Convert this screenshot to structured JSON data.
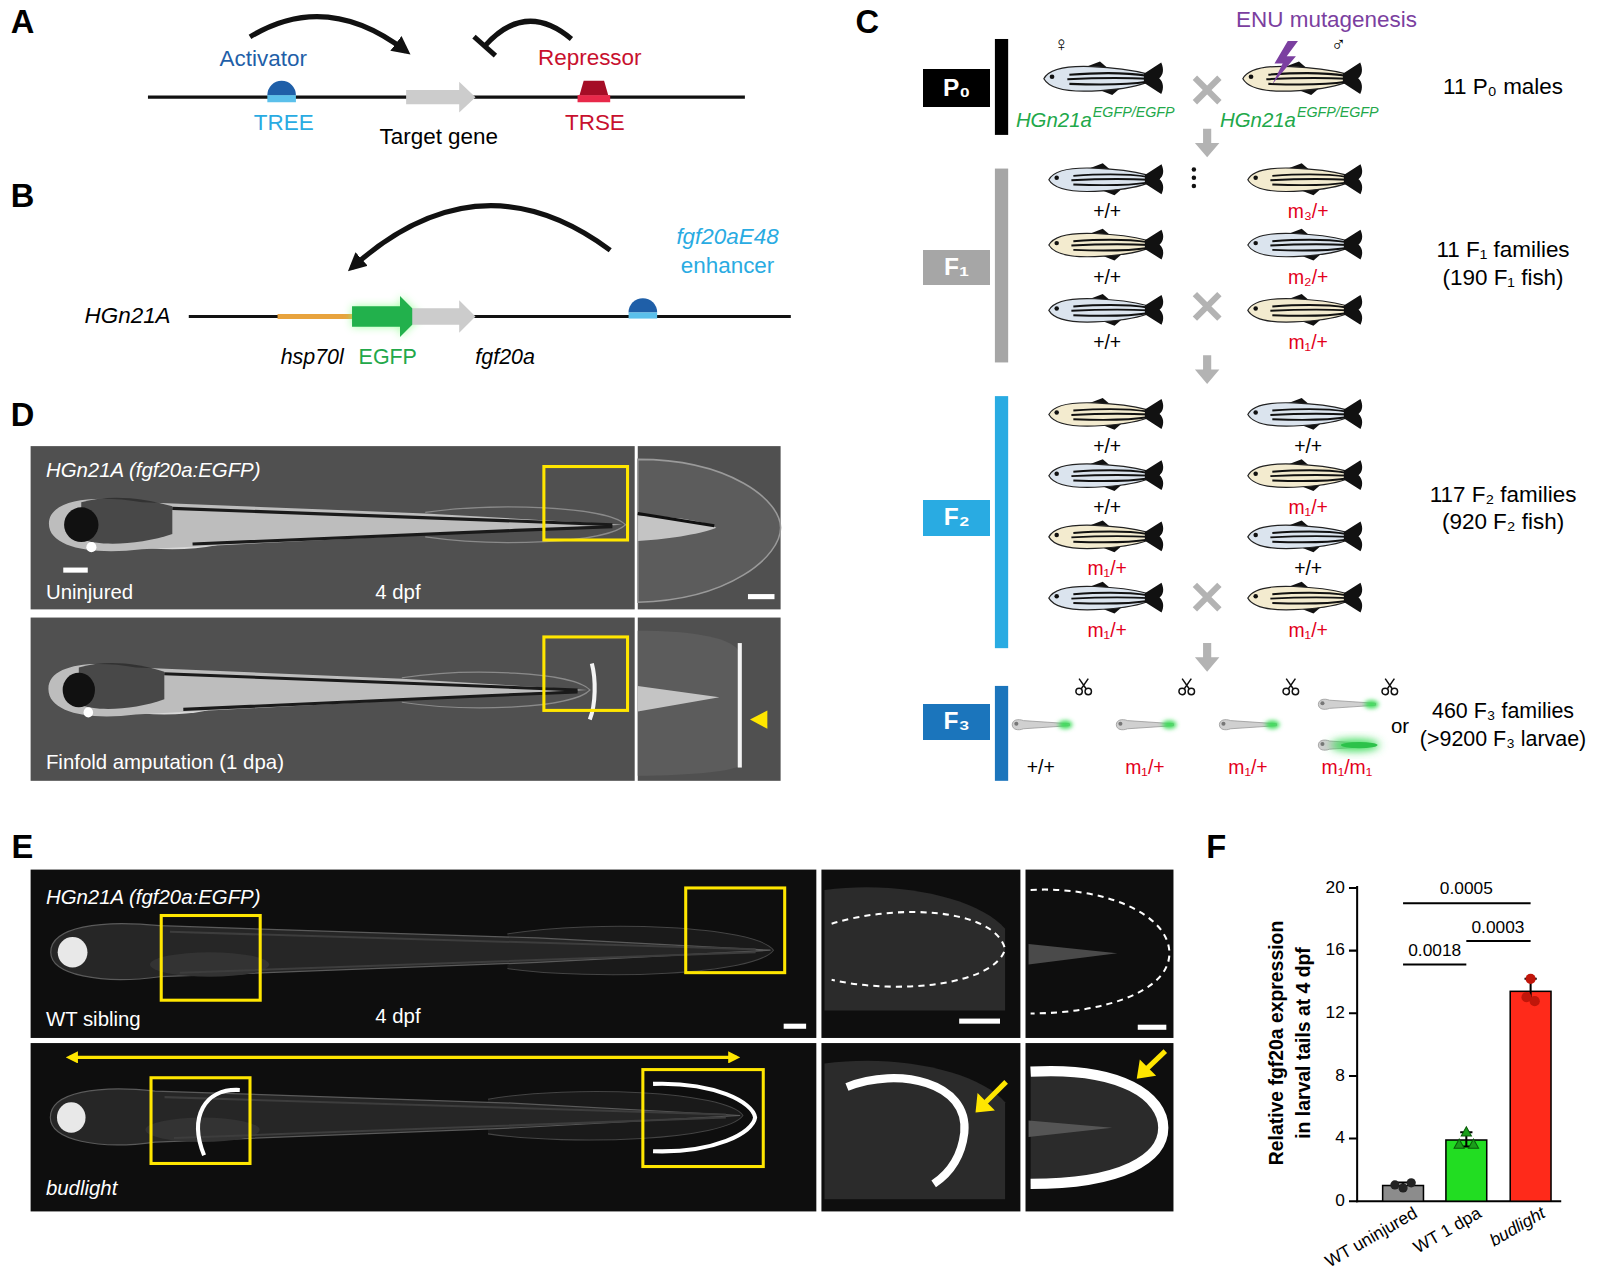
{
  "diagram": {
    "nodes": [
      {
        "text": [
          "P₀"
        ]
      },
      {
        "text": [
          "F₁"
        ]
      },
      {
        "text": [
          "F₂"
        ]
      },
      {
        "text": [
          "F₃"
        ]
      }
    ],
    "labels": [
      "A",
      "Activator",
      "TREE",
      "Target gene",
      "Repressor",
      "TRSE",
      "B",
      "HGn21A",
      "hsp70l",
      "EGFP",
      "fgf20a",
      "fgf20aE48",
      "enhancer",
      "C",
      "ENU mutagenesis",
      "♀",
      "♂",
      "HGn21a",
      "EGFP/EGFP",
      "HGn21a",
      "EGFP/EGFP",
      "11 P₀ males",
      "+/+",
      "+/+",
      "+/+",
      "m₃/+",
      "m₂/+",
      "m₁/+",
      "11 F₁ families",
      "(190 F₁ fish)",
      "+/+",
      "+/+",
      "m₁/+",
      "m₁/+",
      "+/+",
      "m₁/+",
      "+/+",
      "m₁/+",
      "117 F₂ families",
      "(920 F₂ fish)",
      "+/+",
      "m₁/+",
      "m₁/+",
      "m₁/m₁",
      "or",
      "460 F₃ families",
      "(>9200 F₃ larvae)",
      "D",
      "HGn21A (fgf20a:EGFP)",
      "Uninjured",
      "4 dpf",
      "Finfold amputation (1 dpa)",
      "E",
      "HGn21A (fgf20a:EGFP)",
      "WT sibling",
      "4 dpf",
      "budlight",
      "F",
      "Relative fgf20a expression",
      "in larval tails at 4 dpf",
      "0",
      "4",
      "8",
      "12",
      "16",
      "20",
      "0.0005",
      "0.0018",
      "0.0003",
      "WT uninjured",
      "WT 1 dpa",
      "budlight"
    ]
  }
}
